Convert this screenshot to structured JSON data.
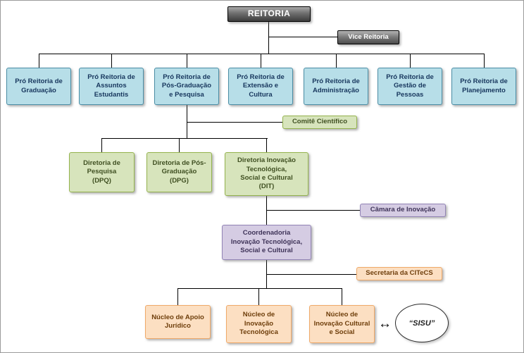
{
  "chart": {
    "reitoria": {
      "label": "REITORIA"
    },
    "vice_reitoria": {
      "label": "Vice Reitoria"
    },
    "pro_reitorias": [
      {
        "label": "Pró Reitoria de\nGraduação"
      },
      {
        "label": "Pró Reitoria de\nAssuntos\nEstudantis"
      },
      {
        "label": "Pró Reitoria de\nPós-Graduação\ne Pesquisa"
      },
      {
        "label": "Pró Reitoria de\nExtensão e\nCultura"
      },
      {
        "label": "Pró Reitoria de\nAdministração"
      },
      {
        "label": "Pró Reitoria de\nGestão de\nPessoas"
      },
      {
        "label": "Pró Reitoria de\nPlanejamento"
      }
    ],
    "comite_cientifico": {
      "label": "Comitê Científico"
    },
    "diretorias": [
      {
        "label": "Diretoria de\nPesquisa\n(DPQ)"
      },
      {
        "label": "Diretoria de Pós-\nGraduação\n(DPG)"
      },
      {
        "label": "Diretoria Inovação\nTecnológica,\nSocial e Cultural\n(DIT)"
      }
    ],
    "camara_inovacao": {
      "label": "Câmara de Inovação"
    },
    "coordenadoria": {
      "label": "Coordenadoria\nInovação Tecnológica,\nSocial e Cultural"
    },
    "secretaria": {
      "label": "Secretaria da CITeCS"
    },
    "nucleos": [
      {
        "label": "Núcleo de Apoio\nJurídico"
      },
      {
        "label": "Núcleo de\nInovação\nTecnológica"
      },
      {
        "label": "Núcleo de\nInovação Cultural\ne Social"
      }
    ],
    "sisu": {
      "label": "“SISU”"
    },
    "icons": {
      "double_arrow": "↔"
    }
  },
  "colors": {
    "root_box_gradient_top": "#a9a9a9",
    "root_box_gradient_bottom": "#3d3d3d",
    "gray_box_gradient_top": "#b3b3b3",
    "gray_box_gradient_bottom": "#4c4c4c",
    "blue_fill": "#B7DEE8",
    "blue_border": "#4A8DA5",
    "blue_text": "#17365D",
    "green_fill": "#D7E4BC",
    "green_border": "#94B34D",
    "purple_fill": "#D5CCE3",
    "purple_border": "#9183B5",
    "orange_fill": "#FCDFC2",
    "orange_border": "#EFA968",
    "connector_line": "#000000"
  }
}
